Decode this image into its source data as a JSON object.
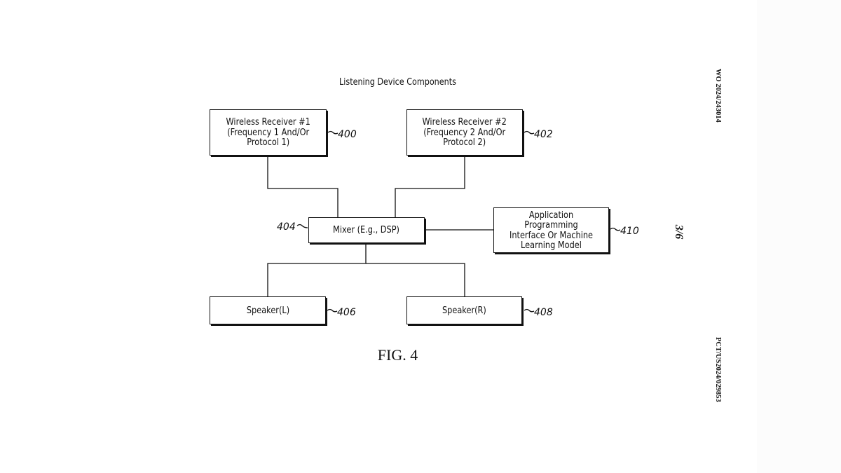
{
  "diagram": {
    "title": "Listening Device Components",
    "figure_label": "FIG. 4",
    "header_left": "WO 2024/243014",
    "header_right": "PCT/US2024/029853",
    "page_number": "3/6",
    "nodes": [
      {
        "id": "400",
        "label": "Wireless Receiver #1\n(Frequency 1 And/Or\nProtocol 1)",
        "ref": "400"
      },
      {
        "id": "402",
        "label": "Wireless Receiver #2\n(Frequency 2 And/Or\nProtocol 2)",
        "ref": "402"
      },
      {
        "id": "404",
        "label": "Mixer (E.g., DSP)",
        "ref": "404"
      },
      {
        "id": "410",
        "label": "Application Programming\nInterface Or Machine\nLearning Model",
        "ref": "410"
      },
      {
        "id": "406",
        "label": "Speaker(L)",
        "ref": "406"
      },
      {
        "id": "408",
        "label": "Speaker(R)",
        "ref": "408"
      }
    ],
    "edges": [
      {
        "from": "400",
        "to": "404"
      },
      {
        "from": "402",
        "to": "404"
      },
      {
        "from": "404",
        "to": "410"
      },
      {
        "from": "404",
        "to": "406"
      },
      {
        "from": "404",
        "to": "408"
      }
    ]
  }
}
